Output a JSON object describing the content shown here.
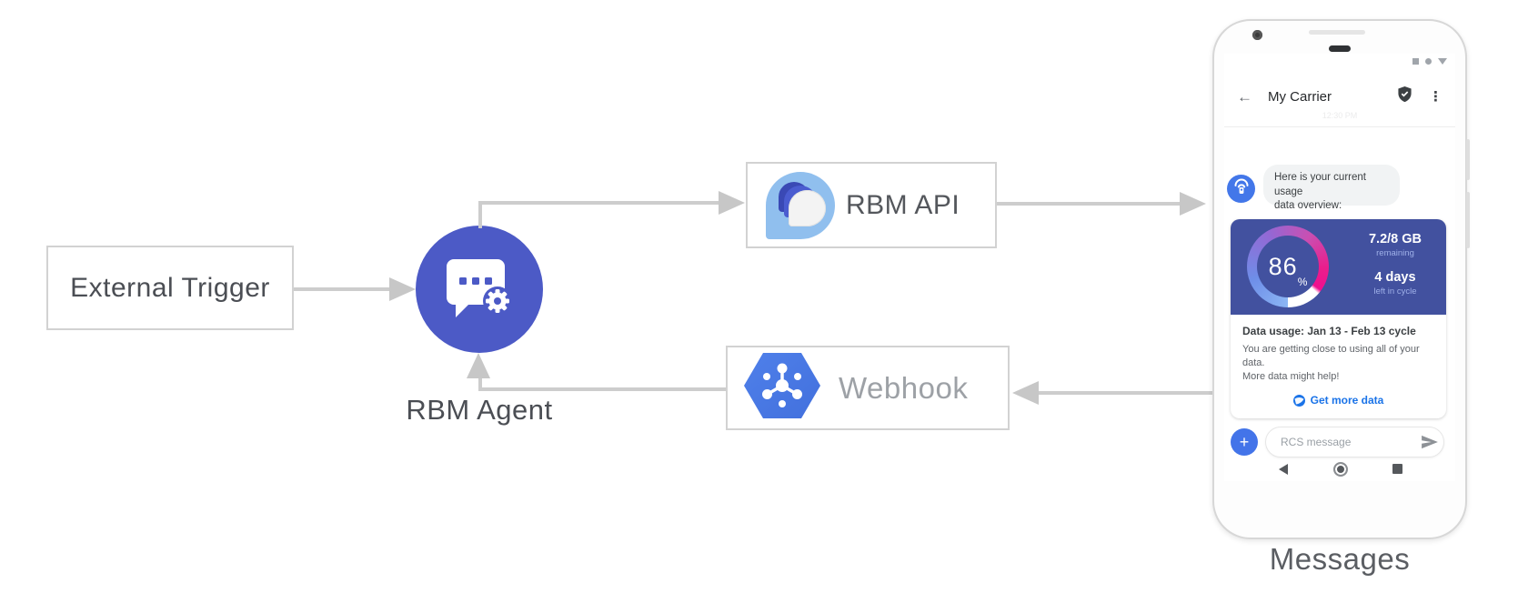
{
  "diagram": {
    "external_trigger_label": "External Trigger",
    "rbm_agent_label": "RBM Agent",
    "rbm_api_label": "RBM API",
    "webhook_label": "Webhook",
    "messages_caption": "Messages",
    "colors": {
      "agent_circle": "#4c5ac6",
      "connector_gray": "#cdcdcd",
      "webhook_hexagon_blue": "#4b79e6",
      "rbm_logo_light_blue": "#90bfee",
      "rbm_logo_dark_blue": "#3a49b5"
    }
  },
  "phone": {
    "header": {
      "back_icon": "←",
      "title": "My Carrier",
      "menu_icon": "⋮"
    },
    "timestamp": "12:30 PM",
    "bubble": {
      "line1": "Here is your current usage",
      "line2": "data overview:"
    },
    "usage_card": {
      "percent": "86",
      "percent_unit": "%",
      "data_value": "7.2/8 GB",
      "data_label": "remaining",
      "days_value": "4 days",
      "days_label": "left in cycle",
      "title": "Data usage: Jan 13 - Feb 13 cycle",
      "body_line1": "You are getting close to using all of your data.",
      "body_line2": "More data might help!",
      "action_label": "Get more data",
      "card_blue": "#42519f",
      "accent_blue": "#1a73e8"
    },
    "composer": {
      "plus_icon": "+",
      "placeholder": "RCS message"
    }
  }
}
